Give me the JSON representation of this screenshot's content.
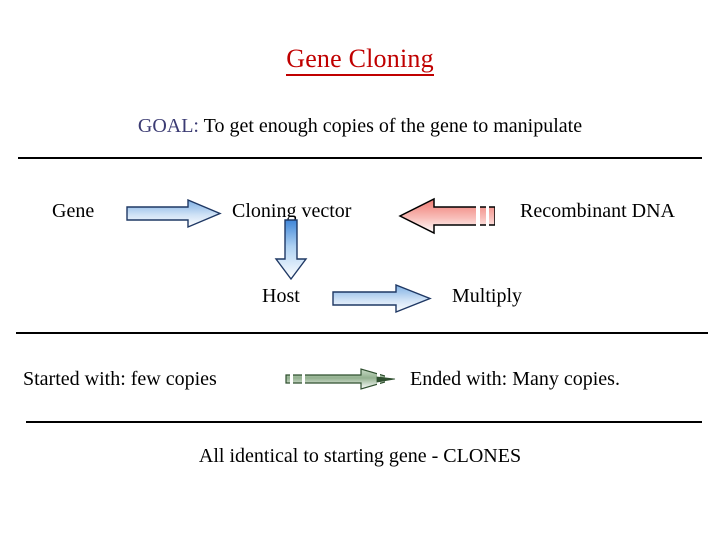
{
  "slide": {
    "title": "Gene Cloning",
    "goal": {
      "key": "GOAL:",
      "rest": " To get enough copies of the gene to manipulate"
    },
    "labels": {
      "gene": "Gene",
      "cloning_vector": "Cloning vector",
      "recombinant_dna": "Recombinant DNA",
      "host": "Host",
      "multiply": "Multiply",
      "started_with": "Started with: few copies",
      "ended_with": "Ended with: Many copies.",
      "clones": "All identical to starting gene - CLONES"
    },
    "arrows": [
      {
        "name": "gene-to-cloning-vector",
        "direction": "right",
        "style": "block-arrow",
        "fill_from": "#ffffff",
        "fill_to": "#7EB0E3",
        "outline": "#1F3864"
      },
      {
        "name": "cloning-vector-to-host",
        "direction": "down",
        "style": "block-arrow",
        "fill_from": "#4A90E2",
        "fill_to": "#ffffff",
        "outline": "#1F3864"
      },
      {
        "name": "host-to-multiply",
        "direction": "right",
        "style": "block-arrow",
        "fill_from": "#ffffff",
        "fill_to": "#7EB0E3",
        "outline": "#1F3864"
      },
      {
        "name": "recombinant-dna-to-cloning-vector",
        "direction": "left",
        "style": "block-arrow-blinds",
        "fill_from": "#F0857D",
        "fill_to": "#ffffff",
        "outline": "#000000"
      },
      {
        "name": "started-to-ended",
        "direction": "right",
        "style": "thin-arrow-blinds",
        "fill_from": "#A7C3A5",
        "fill_to": "#ffffff",
        "outline": "#3A5A3A"
      }
    ],
    "dividers": [
      {
        "name": "divider-top"
      },
      {
        "name": "divider-middle"
      },
      {
        "name": "divider-bottom"
      }
    ],
    "colors": {
      "title": "#C00000",
      "goal_key": "#3B3B73",
      "body_text": "#000000",
      "background": "#ffffff"
    }
  }
}
